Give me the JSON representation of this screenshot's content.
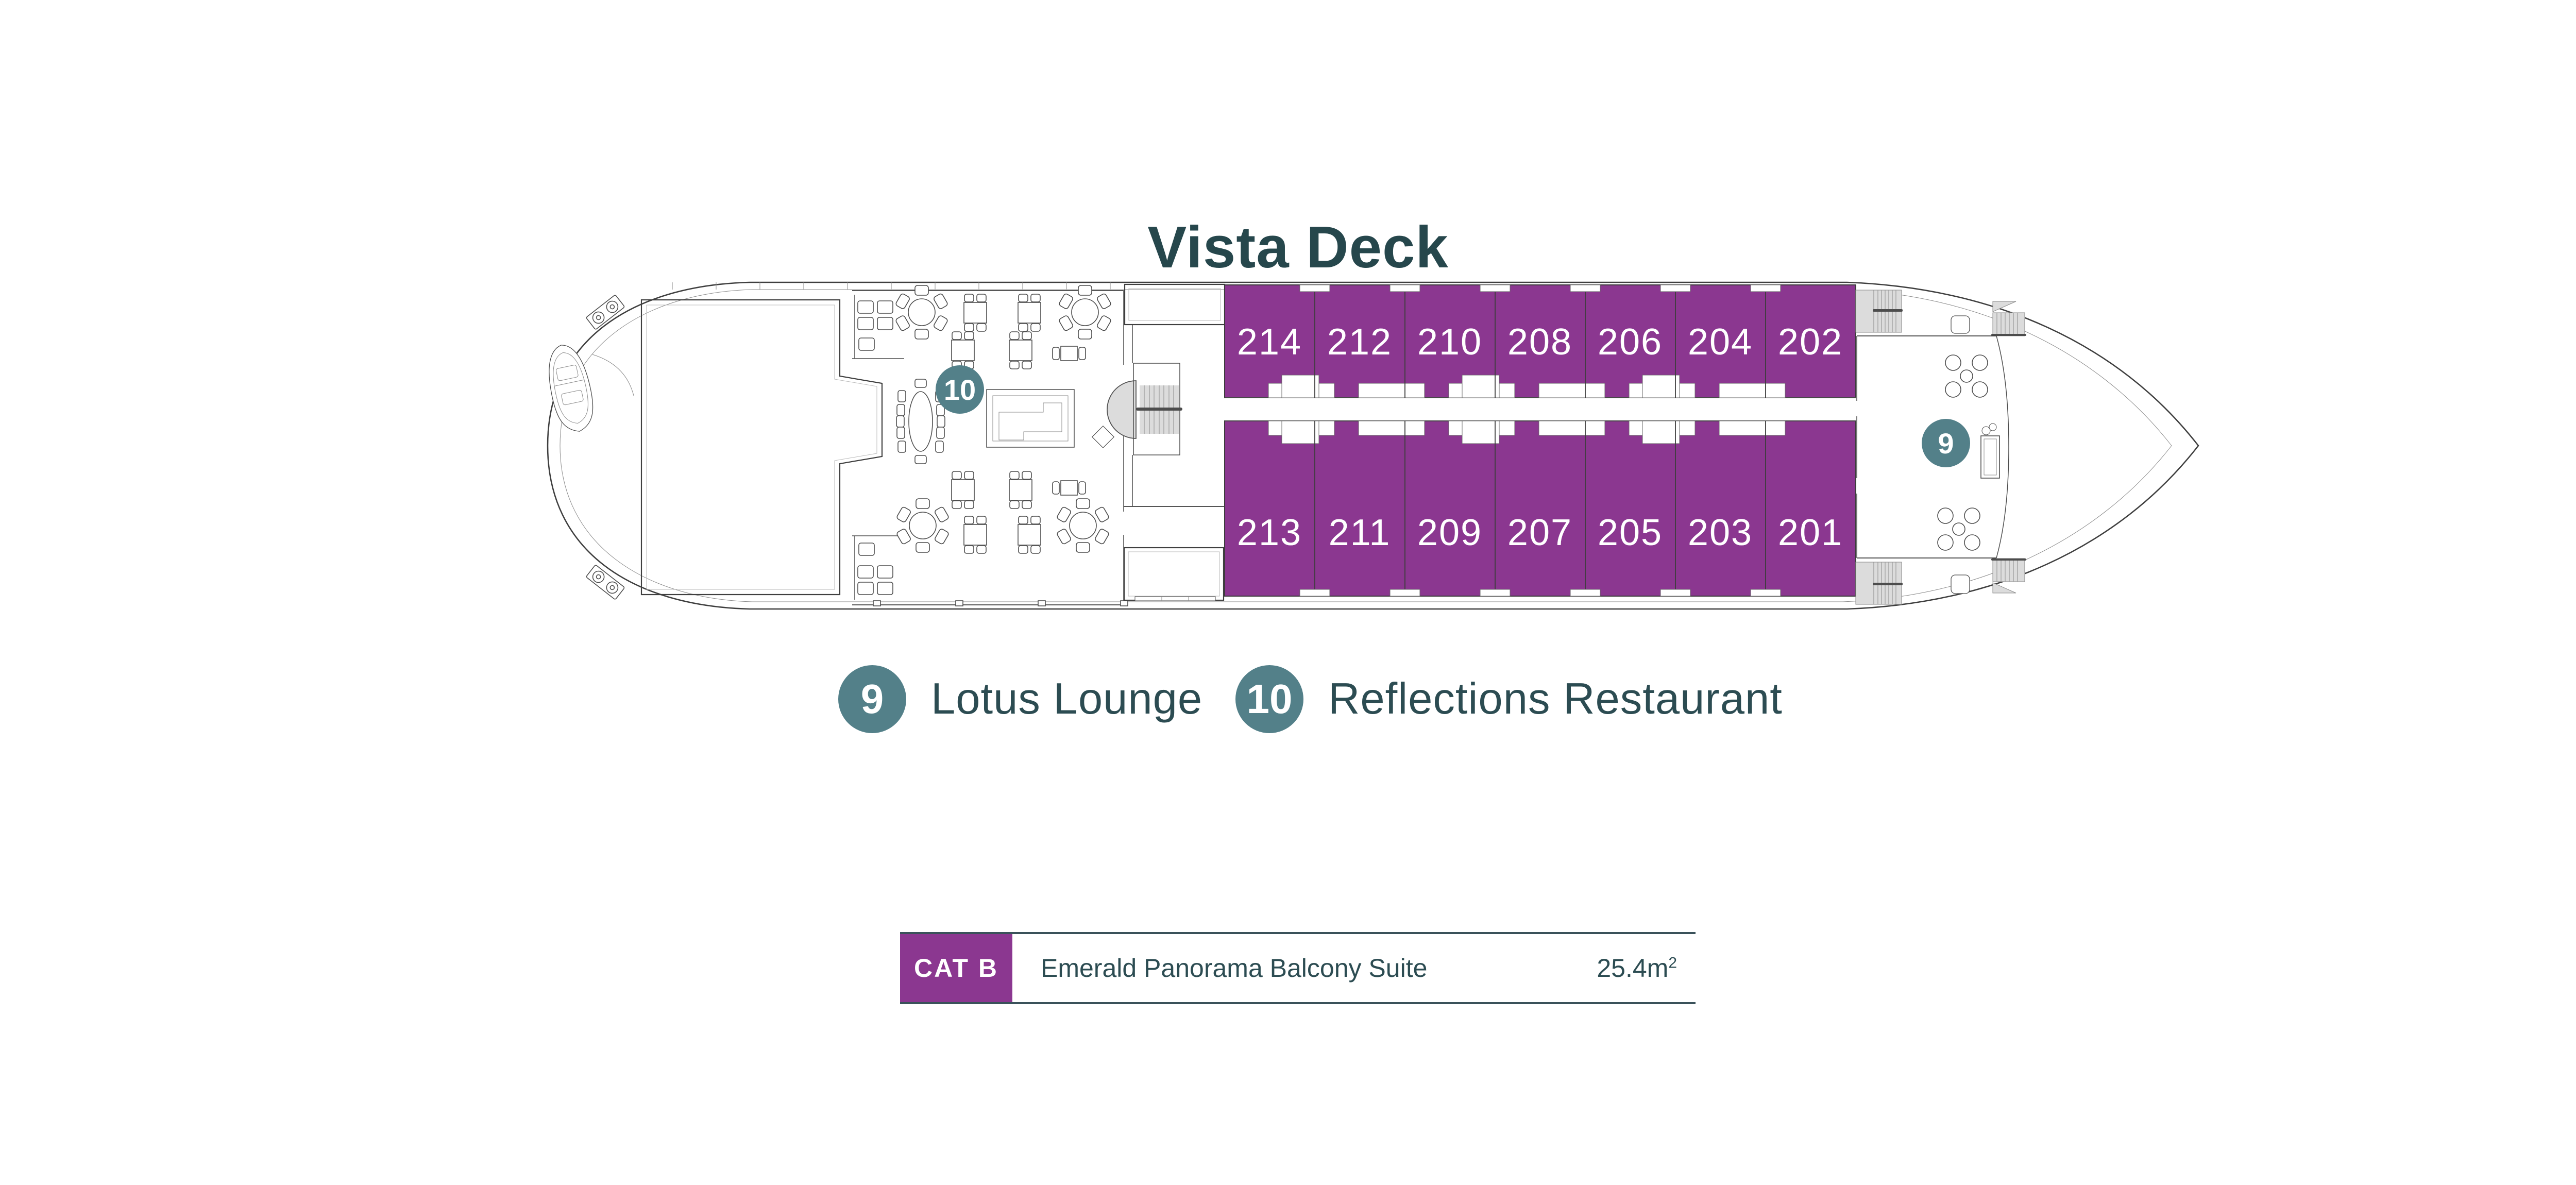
{
  "title": "Vista Deck",
  "colors": {
    "cabin_purple": "#8B3790",
    "marker_teal": "#538089",
    "heading_text": "#26474C",
    "body_text": "#2C4C52",
    "table_border": "#3A525A"
  },
  "ship": {
    "cabins": {
      "top": [
        {
          "number": "214"
        },
        {
          "number": "212"
        },
        {
          "number": "210"
        },
        {
          "number": "208"
        },
        {
          "number": "206"
        },
        {
          "number": "204"
        },
        {
          "number": "202"
        }
      ],
      "bottom": [
        {
          "number": "213"
        },
        {
          "number": "211"
        },
        {
          "number": "209"
        },
        {
          "number": "207"
        },
        {
          "number": "205"
        },
        {
          "number": "203"
        },
        {
          "number": "201"
        }
      ]
    },
    "markers": {
      "restaurant": {
        "number": "10"
      },
      "lounge": {
        "number": "9"
      }
    }
  },
  "legend": {
    "items": [
      {
        "number": "9",
        "label": "Lotus Lounge"
      },
      {
        "number": "10",
        "label": "Reflections Restaurant"
      }
    ]
  },
  "category_table": {
    "rows": [
      {
        "code": "CAT B",
        "name": "Emerald Panorama Balcony Suite",
        "area": "25.4m",
        "area_sup": "2"
      }
    ]
  }
}
